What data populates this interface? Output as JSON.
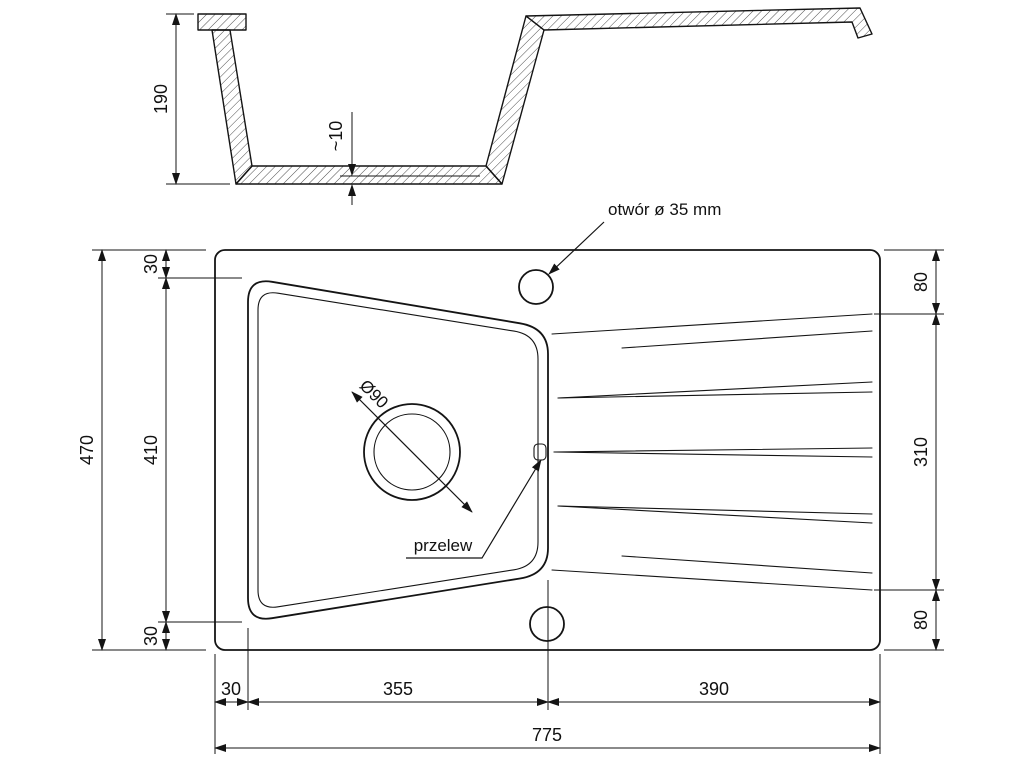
{
  "annotations": {
    "hole": "otwór ø 35 mm",
    "drain_diameter": "Ø90",
    "overflow": "przelew"
  },
  "section_view": {
    "depth": "190",
    "bottom_thickness": "~10"
  },
  "plan_view": {
    "left": {
      "total_height": "470",
      "top_margin": "30",
      "bowl_height": "410",
      "bottom_margin": "30"
    },
    "right": {
      "top_offset": "80",
      "drainboard_height": "310",
      "bottom_offset": "80"
    },
    "bottom": {
      "left_margin": "30",
      "bowl_width": "355",
      "drainboard_width": "390",
      "total_width": "775"
    }
  },
  "colors": {
    "line": "#141414",
    "background": "#ffffff"
  }
}
